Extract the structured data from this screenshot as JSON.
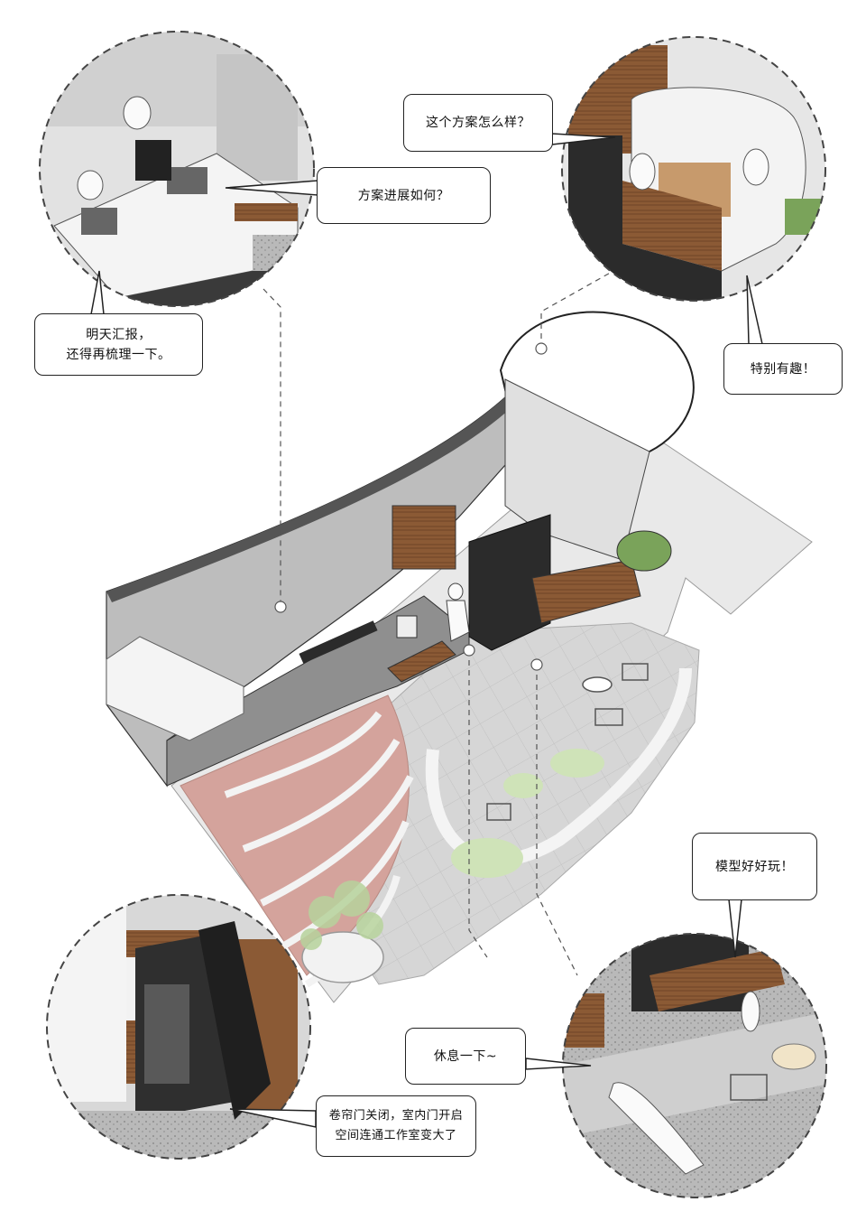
{
  "bubbles": {
    "progress": {
      "text": "方案进展如何？"
    },
    "scheme": {
      "text": "这个方案怎么样？"
    },
    "report": {
      "line1": "明天汇报，",
      "line2": "还得再梳理一下。"
    },
    "fun": {
      "text": "特别有趣！"
    },
    "model": {
      "text": "模型好好玩！"
    },
    "rest": {
      "text": "休息一下~"
    },
    "door": {
      "line1": "卷帘门关闭，室内门开启",
      "line2": "空间连通工作室变大了"
    }
  },
  "colors": {
    "outline": "#222222",
    "wall_grey": "#9a9a9a",
    "roof_dark": "#555555",
    "wood": "#8b5a35",
    "dark_panel": "#2b2b2b",
    "paving": "#cfcfcf",
    "steps_pink": "#d4a39c",
    "planting": "#7aa35a"
  }
}
